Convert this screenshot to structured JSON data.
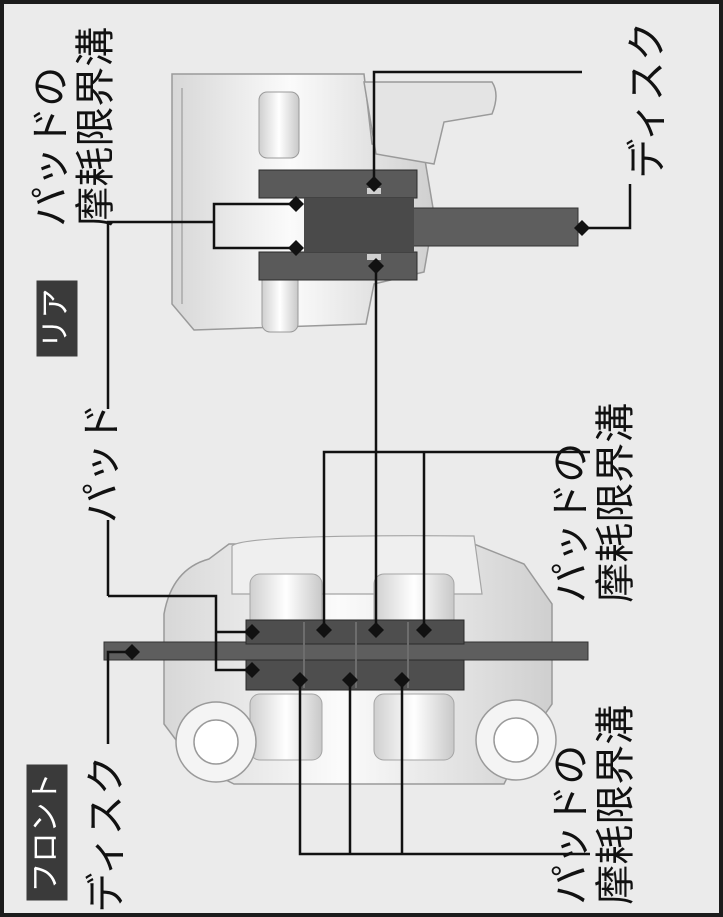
{
  "sections": {
    "front": "フロント",
    "rear": "リア"
  },
  "labels": {
    "front_disc": "ディスク",
    "front_wear_line1": "パッドの",
    "front_wear_line2": "摩耗限界溝",
    "center_wear_line1": "パッドの",
    "center_wear_line2": "摩耗限界溝",
    "pad": "パッド",
    "rear_wear_line1": "パッドの",
    "rear_wear_line2": "摩耗限界溝",
    "rear_disc": "ディスク"
  },
  "colors": {
    "badge": "#3a3a3a",
    "pad": "#555555",
    "disc": "#5c5c5c",
    "caliper": "#f2f2f2",
    "line": "#111111"
  }
}
